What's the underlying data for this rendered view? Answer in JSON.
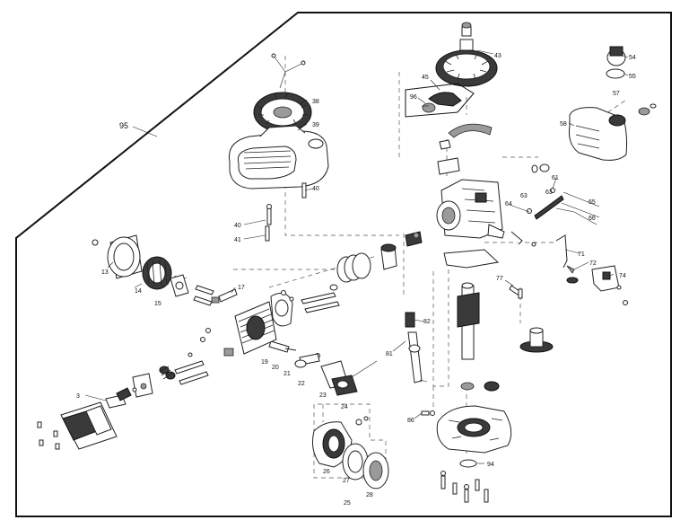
{
  "diagram": {
    "labels": {
      "l3": "3",
      "l13": "13",
      "l14": "14",
      "l15": "15",
      "l17": "17",
      "l19": "19",
      "l20": "20",
      "l21": "21",
      "l22": "22",
      "l23": "23",
      "l24": "24",
      "l25": "25",
      "l26": "26",
      "l27": "27",
      "l28": "28",
      "l38": "38",
      "l39": "39",
      "l40a": "40",
      "l40b": "40",
      "l41": "41",
      "l43": "43",
      "l45": "45",
      "l54": "54",
      "l55": "55",
      "l57": "57",
      "l58": "58",
      "l61": "61",
      "l63a": "63",
      "l63b": "63",
      "l64": "64",
      "l65": "65",
      "l66": "66",
      "l71": "71",
      "l72": "72",
      "l74": "74",
      "l77": "77",
      "l81": "81",
      "l82": "82",
      "l86": "86",
      "l94": "94",
      "l95": "95",
      "l96": "96"
    }
  }
}
